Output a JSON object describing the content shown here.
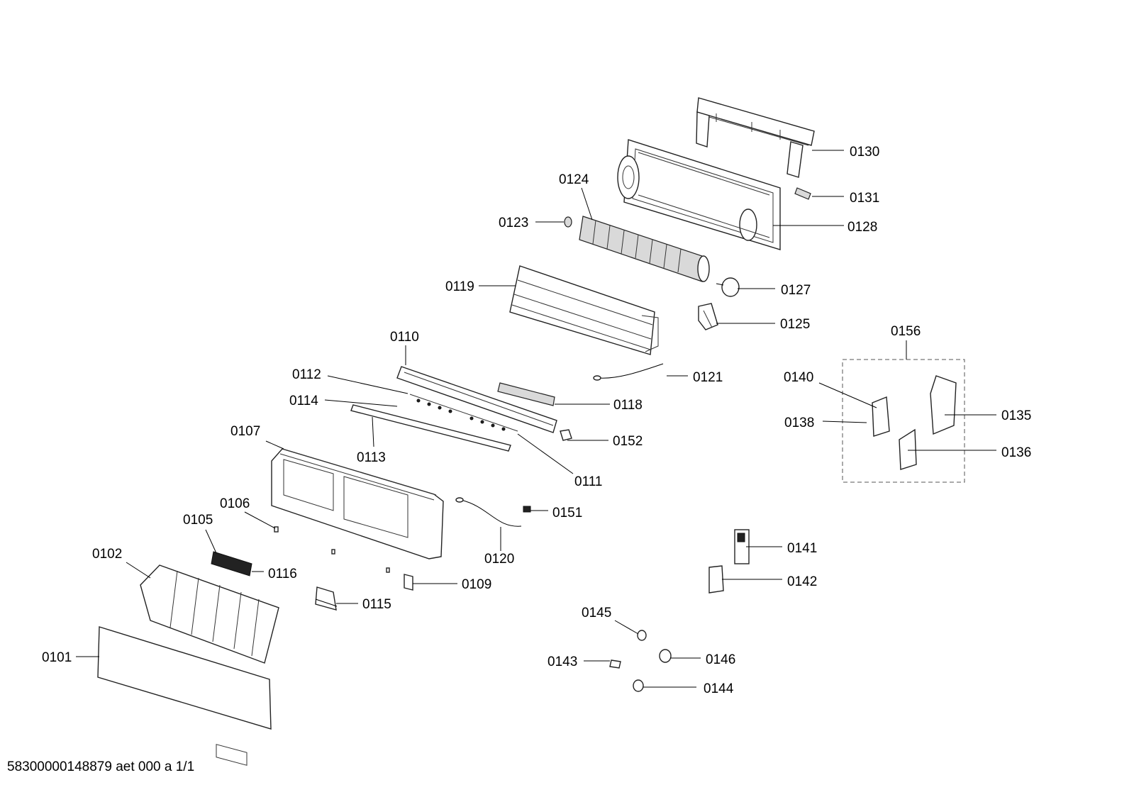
{
  "footer": "58300000148879 aet 000 a 1/1",
  "callouts": [
    {
      "id": "0130"
    },
    {
      "id": "0131"
    },
    {
      "id": "0128"
    },
    {
      "id": "0124"
    },
    {
      "id": "0123"
    },
    {
      "id": "0119"
    },
    {
      "id": "0127"
    },
    {
      "id": "0125"
    },
    {
      "id": "0110"
    },
    {
      "id": "0112"
    },
    {
      "id": "0114"
    },
    {
      "id": "0121"
    },
    {
      "id": "0118"
    },
    {
      "id": "0107"
    },
    {
      "id": "0113"
    },
    {
      "id": "0152"
    },
    {
      "id": "0111"
    },
    {
      "id": "0106"
    },
    {
      "id": "0151"
    },
    {
      "id": "0105"
    },
    {
      "id": "0120"
    },
    {
      "id": "0102"
    },
    {
      "id": "0116"
    },
    {
      "id": "0109"
    },
    {
      "id": "0115"
    },
    {
      "id": "0101"
    },
    {
      "id": "0156"
    },
    {
      "id": "0140"
    },
    {
      "id": "0135"
    },
    {
      "id": "0138"
    },
    {
      "id": "0136"
    },
    {
      "id": "0141"
    },
    {
      "id": "0142"
    },
    {
      "id": "0145"
    },
    {
      "id": "0146"
    },
    {
      "id": "0143"
    },
    {
      "id": "0144"
    }
  ]
}
